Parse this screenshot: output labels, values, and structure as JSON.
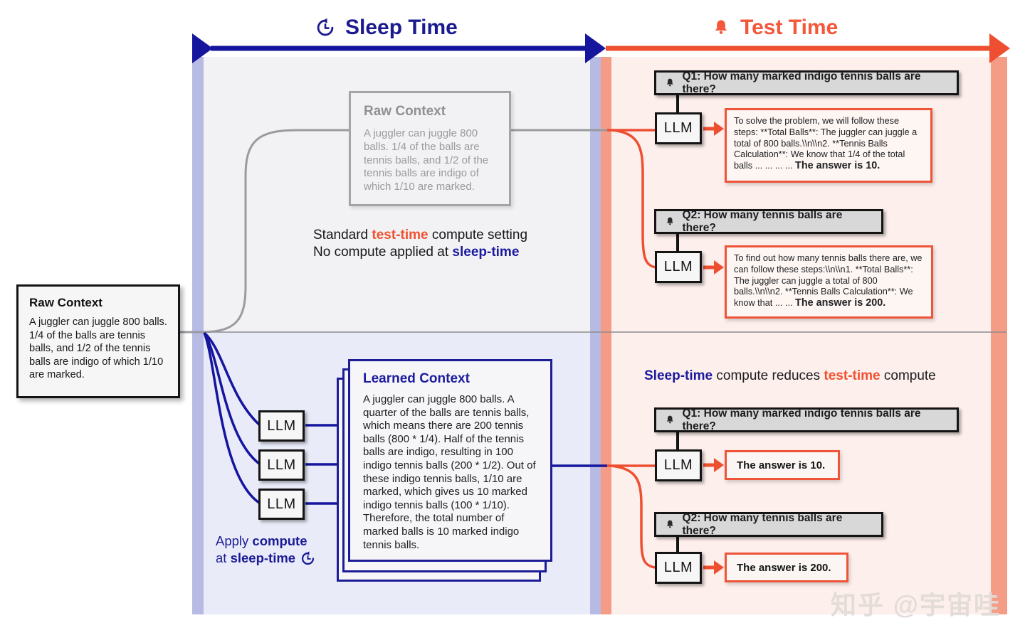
{
  "palette": {
    "sleep_navy": "#1b1b8f",
    "sleep_line": "#15159e",
    "test_orange": "#f4573a",
    "test_line": "#ee4f31",
    "panel_sleep_top": "#f2f2f4",
    "panel_sleep_bottom": "#e9ebf8",
    "panel_test": "#fdefec",
    "qbox_gray": "#d8d8d8"
  },
  "header": {
    "sleep_label": "Sleep Time",
    "test_label": "Test Time",
    "sleep_icon": "clock-rotate-icon",
    "test_icon": "bell-icon"
  },
  "llm_label": "LLM",
  "raw_context": {
    "title": "Raw Context",
    "body": "A juggler can juggle 800 balls. 1/4 of the balls are tennis balls, and 1/2 of the tennis balls are indigo of which 1/10 are marked."
  },
  "standard_caption": {
    "line1_parts": [
      {
        "text": "Standard "
      },
      {
        "text": "test-time",
        "cls": "t-orange"
      },
      {
        "text": " compute setting"
      }
    ],
    "line2_parts": [
      {
        "text": "No compute applied at "
      },
      {
        "text": "sleep-time",
        "cls": "t-navy"
      }
    ]
  },
  "sleep_bottom": {
    "apply_line1_parts": [
      {
        "text": "Apply "
      },
      {
        "text": "compute",
        "cls": "t-bold"
      }
    ],
    "apply_line2_parts": [
      {
        "text": "at "
      },
      {
        "text": "sleep-time",
        "cls": "t-bold"
      }
    ],
    "learned_context": {
      "title": "Learned Context",
      "body": "A juggler can juggle 800 balls. A quarter of the balls are tennis balls, which means there are 200 tennis balls (800 * 1/4). Half of the tennis balls are indigo, resulting in 100 indigo tennis balls (200 * 1/2). Out of these indigo tennis balls, 1/10 are marked, which gives us 10 marked indigo tennis balls (100 * 1/10). Therefore, the total number of marked balls is 10 marked indigo tennis balls."
    }
  },
  "questions": {
    "q1": "Q1: How many marked indigo tennis balls are there?",
    "q2": "Q2: How many tennis balls are there?"
  },
  "test_top": {
    "answer1_parts": [
      {
        "text": "To solve the problem, we will follow these steps:  **Total Balls**: The juggler can juggle a total of 800 balls.\\\\n\\\\n2. **Tennis Balls Calculation**: We know that 1/4 of the total balls ... ... ... ... "
      },
      {
        "text": "The answer is 10.",
        "cls": "t-ansbold"
      }
    ],
    "answer2_parts": [
      {
        "text": "To find out how many tennis balls there are, we can follow these steps:\\\\n\\\\n1. **Total Balls**: The juggler can juggle a total of 800 balls.\\\\n\\\\n2. **Tennis Balls Calculation**: We know that ... ... "
      },
      {
        "text": "The answer is 200.",
        "cls": "t-ansbold"
      }
    ]
  },
  "test_bottom": {
    "heading_parts": [
      {
        "text": "Sleep-time",
        "cls": "t-navy"
      },
      {
        "text": " compute reduces "
      },
      {
        "text": "test-time",
        "cls": "t-orange"
      },
      {
        "text": " compute"
      }
    ],
    "answer1": "The answer is 10.",
    "answer2": "The answer is 200."
  },
  "watermark": "知乎 @宇宙哇"
}
